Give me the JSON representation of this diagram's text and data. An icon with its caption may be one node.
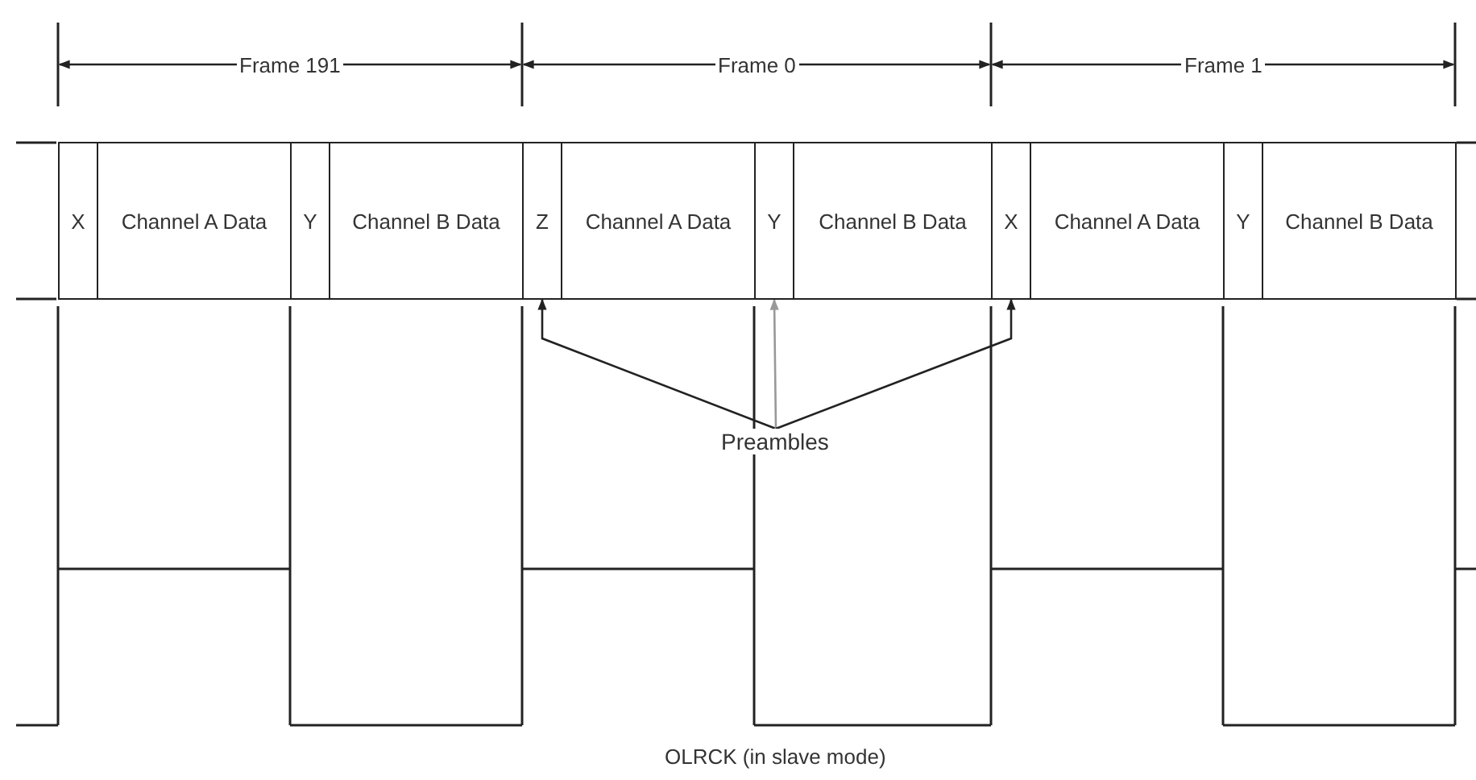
{
  "diagram": {
    "caption": "OLRCK (in slave mode)",
    "nodes": [
      {
        "text": [
          "X"
        ]
      },
      {
        "text": [
          "Channel A Data"
        ]
      },
      {
        "text": [
          "Y"
        ]
      },
      {
        "text": [
          "Channel B Data"
        ]
      },
      {
        "text": [
          "Z"
        ]
      },
      {
        "text": [
          "Channel A Data"
        ]
      },
      {
        "text": [
          "Y"
        ]
      },
      {
        "text": [
          "Channel B Data"
        ]
      },
      {
        "text": [
          "X"
        ]
      },
      {
        "text": [
          "Channel A Data"
        ]
      },
      {
        "text": [
          "Y"
        ]
      },
      {
        "text": [
          "Channel B Data"
        ]
      },
      {
        "text": [
          "Preambles"
        ]
      }
    ],
    "edges": [
      {
        "from": 12,
        "to": 4,
        "arrow": "to"
      },
      {
        "from": 12,
        "to": 6,
        "arrow": "to",
        "color": "#999999"
      },
      {
        "from": 12,
        "to": 8,
        "arrow": "to"
      }
    ],
    "labels": [
      "Frame 191",
      "Frame 0",
      "Frame 1"
    ]
  }
}
